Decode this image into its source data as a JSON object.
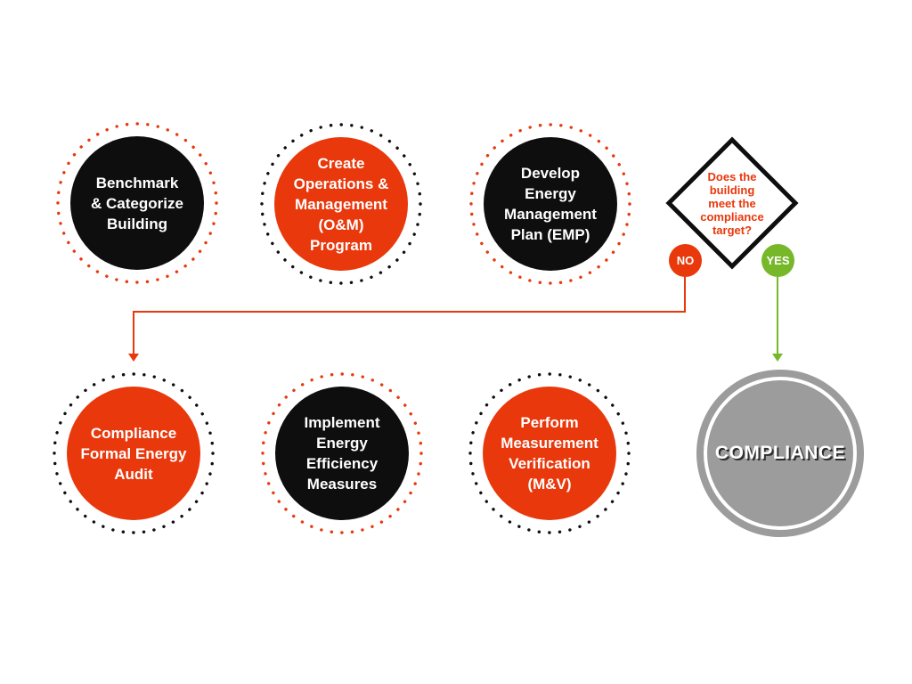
{
  "colors": {
    "red": "#E8380C",
    "black": "#0E0E0E",
    "green": "#76B82A",
    "gray": "#9C9C9C",
    "white": "#FFFFFF"
  },
  "process_nodes": [
    {
      "id": "benchmark",
      "label": "Benchmark\n& Categorize\nBuilding",
      "fill": "#0E0E0E",
      "dot_color": "#E8380C"
    },
    {
      "id": "om-program",
      "label": "Create\nOperations &\nManagement\n(O&M)\nProgram",
      "fill": "#E8380C",
      "dot_color": "#0E0E0E"
    },
    {
      "id": "emp",
      "label": "Develop\nEnergy\nManagement\nPlan (EMP)",
      "fill": "#0E0E0E",
      "dot_color": "#E8380C"
    },
    {
      "id": "energy-audit",
      "label": "Compliance\nFormal Energy\nAudit",
      "fill": "#E8380C",
      "dot_color": "#0E0E0E"
    },
    {
      "id": "efficiency-measures",
      "label": "Implement\nEnergy\nEfficiency\nMeasures",
      "fill": "#0E0E0E",
      "dot_color": "#E8380C"
    },
    {
      "id": "mv",
      "label": "Perform\nMeasurement\nVerification\n(M&V)",
      "fill": "#E8380C",
      "dot_color": "#0E0E0E"
    }
  ],
  "decision": {
    "question": "Does the\nbuilding\nmeet the\ncompliance\ntarget?",
    "question_color": "#E8380C",
    "no_label": "NO",
    "no_color": "#E8380C",
    "yes_label": "YES",
    "yes_color": "#76B82A"
  },
  "outcome": {
    "label": "COMPLIANCE",
    "fill": "#9C9C9C"
  }
}
